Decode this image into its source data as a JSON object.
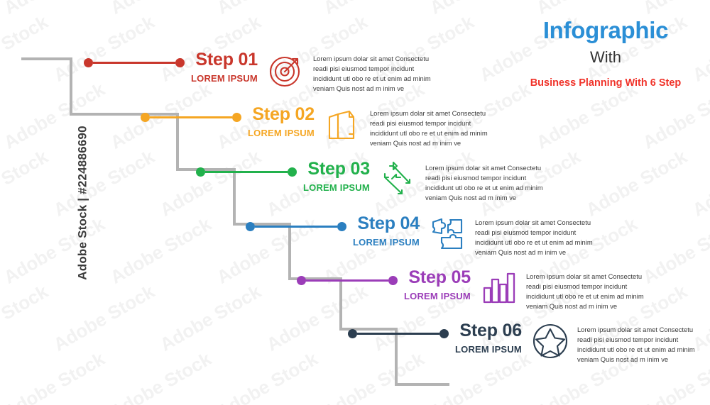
{
  "meta": {
    "watermark_side": "Adobe Stock | #224886690",
    "watermark_tile": "Adobe Stock"
  },
  "header": {
    "main": "Infographic",
    "sub": "With",
    "tagline": "Business Planning With 6 Step",
    "main_color": "#2b8fd6",
    "sub_color": "#333333",
    "tagline_color": "#f0332a"
  },
  "body_text": "Lorem ipsum dolar sit amet Consectetu readi pisi eiusmod tempor incidunt incididunt utl obo re et ut enim ad minim veniam Quis nost ad m inim ve",
  "stair_color": "#b3b3b3",
  "steps": [
    {
      "title": "Step 01",
      "subtitle": "LOREM IPSUM",
      "color": "#c9372c",
      "icon": "target-icon",
      "body": "Lorem ipsum dolar sit amet Consectetu readi pisi eiusmod tempor incidunt incididunt utl obo re et ut enim ad minim veniam Quis nost ad m inim ve"
    },
    {
      "title": "Step 02",
      "subtitle": "LOREM IPSUM",
      "color": "#f5a623",
      "icon": "documents-icon",
      "body": "Lorem ipsum dolar sit amet Consectetu readi pisi eiusmod tempor incidunt incididunt utl obo re et ut enim ad minim veniam Quis nost ad m inim ve"
    },
    {
      "title": "Step 03",
      "subtitle": "LOREM IPSUM",
      "color": "#22b14c",
      "icon": "arrows-icon",
      "body": "Lorem ipsum dolar sit amet Consectetu readi pisi eiusmod tempor incidunt incididunt utl obo re et ut enim ad minim veniam Quis nost ad m inim ve"
    },
    {
      "title": "Step 04",
      "subtitle": "LOREM IPSUM",
      "color": "#2b7fc0",
      "icon": "puzzle-icon",
      "body": "Lorem ipsum dolar sit amet Consectetu readi pisi eiusmod tempor incidunt incididunt utl obo re et ut enim ad minim veniam Quis nost ad m inim ve"
    },
    {
      "title": "Step 05",
      "subtitle": "LOREM IPSUM",
      "color": "#9b3db8",
      "icon": "bar-chart-icon",
      "body": "Lorem ipsum dolar sit amet Consectetu readi pisi eiusmod tempor incidunt incididunt utl obo re et ut enim ad minim veniam Quis nost ad m inim ve"
    },
    {
      "title": "Step 06",
      "subtitle": "LOREM IPSUM",
      "color": "#2c3e50",
      "icon": "star-circle-icon",
      "body": "Lorem ipsum dolar sit amet Consectetu readi pisi eiusmod tempor incidunt incididunt utl obo re et ut enim ad minim veniam Quis nost ad m inim ve"
    }
  ]
}
